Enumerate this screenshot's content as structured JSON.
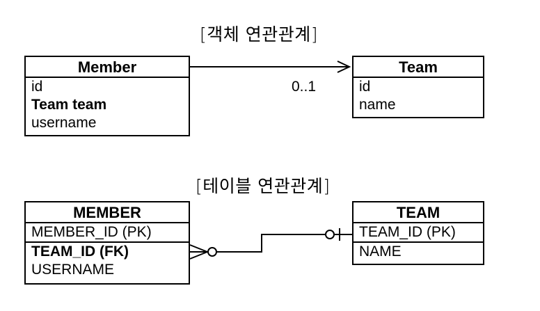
{
  "object_section": {
    "title": "[객체 연관관계]",
    "member": {
      "name": "Member",
      "fields": [
        "id",
        "Team team",
        "username"
      ]
    },
    "team": {
      "name": "Team",
      "fields": [
        "id",
        "name"
      ]
    },
    "multiplicity": "0..1"
  },
  "table_section": {
    "title": "[테이블 연관관계]",
    "member": {
      "name": "MEMBER",
      "fields": [
        "MEMBER_ID (PK)",
        "TEAM_ID (FK)",
        "USERNAME"
      ]
    },
    "team": {
      "name": "TEAM",
      "fields": [
        "TEAM_ID (PK)",
        "NAME"
      ]
    }
  }
}
